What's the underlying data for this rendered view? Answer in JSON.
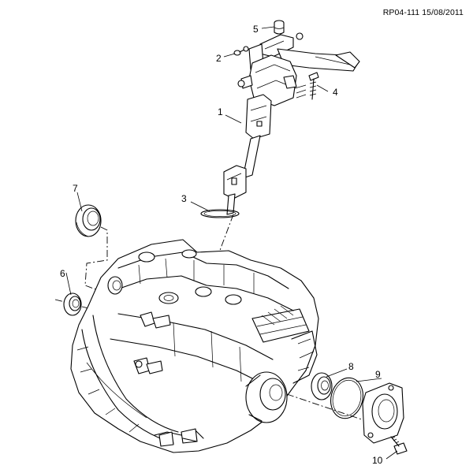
{
  "reference": "RP04-111 15/08/2011",
  "callouts": {
    "c1": "1",
    "c2": "2",
    "c3": "3",
    "c4": "4",
    "c5": "5",
    "c6": "6",
    "c7": "7",
    "c8": "8",
    "c9": "9",
    "c10": "10"
  }
}
